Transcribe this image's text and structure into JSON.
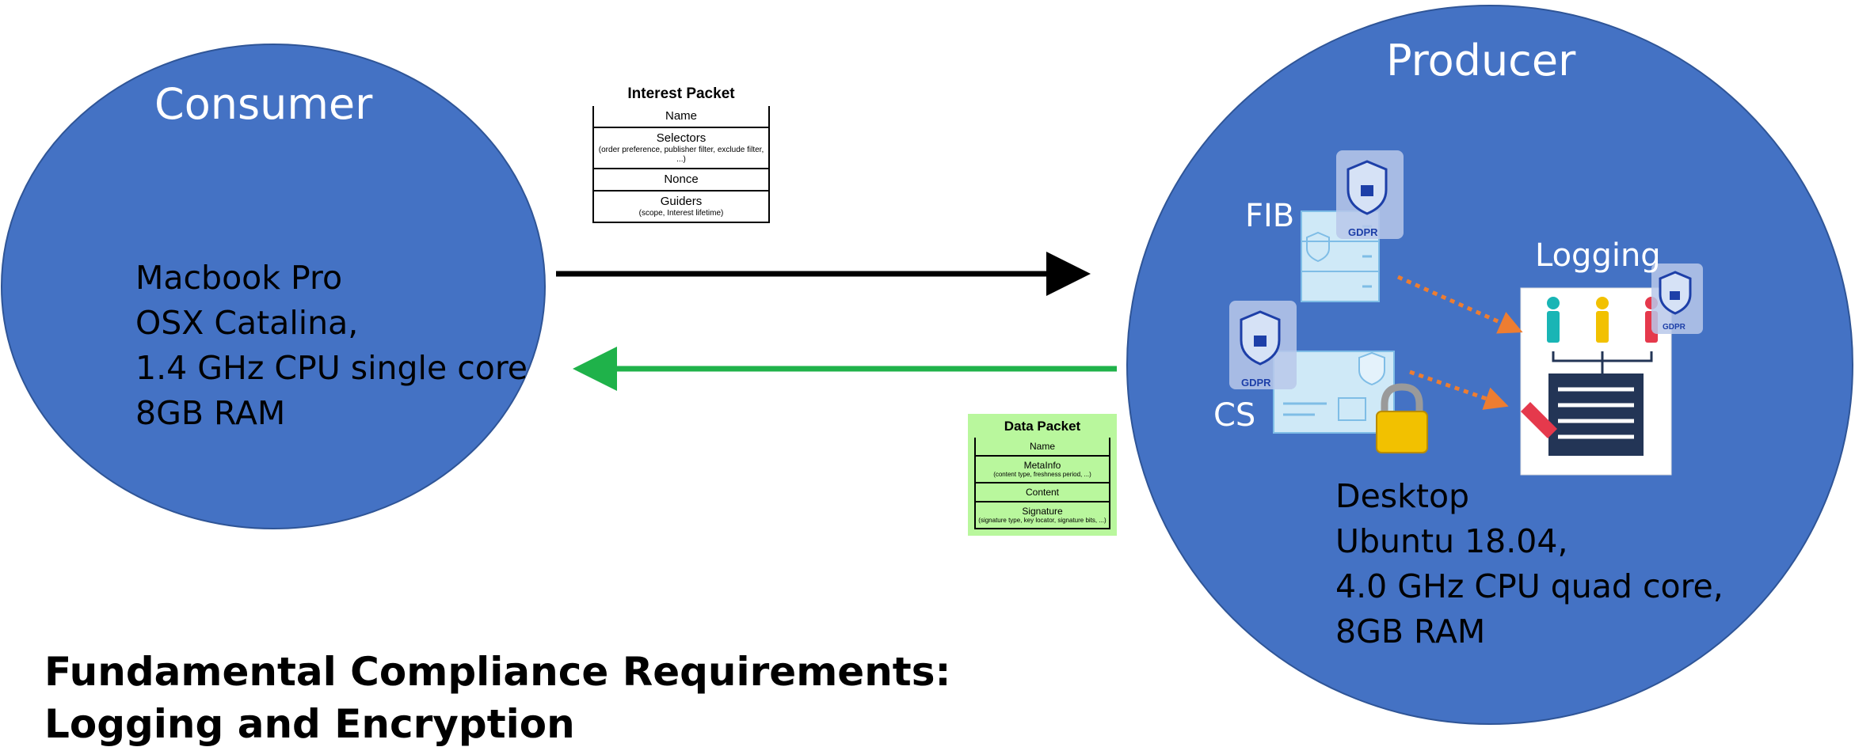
{
  "consumer": {
    "title": "Consumer",
    "specs": [
      "Macbook Pro",
      "OSX Catalina,",
      "1.4 GHz CPU single core",
      "8GB RAM"
    ]
  },
  "producer": {
    "title": "Producer",
    "specs": [
      "Desktop",
      "Ubuntu 18.04,",
      "4.0 GHz CPU quad core,",
      "8GB RAM"
    ],
    "components": {
      "fib": "FIB",
      "cs": "CS",
      "logging": "Logging"
    },
    "badge_text": "GDPR"
  },
  "interest_packet": {
    "title": "Interest Packet",
    "fields": [
      {
        "name": "Name",
        "desc": ""
      },
      {
        "name": "Selectors",
        "desc": "(order preference, publisher filter, exclude filter, ...)"
      },
      {
        "name": "Nonce",
        "desc": ""
      },
      {
        "name": "Guiders",
        "desc": "(scope, Interest lifetime)"
      }
    ]
  },
  "data_packet": {
    "title": "Data Packet",
    "fields": [
      {
        "name": "Name",
        "desc": ""
      },
      {
        "name": "MetaInfo",
        "desc": "(content type, freshness period, ...)"
      },
      {
        "name": "Content",
        "desc": ""
      },
      {
        "name": "Signature",
        "desc": "(signature type, key locator, signature bits, ...)"
      }
    ]
  },
  "footer": {
    "line1": "Fundamental Compliance Requirements:",
    "line2": "Logging and Encryption"
  },
  "colors": {
    "circle_fill": "#4472c4",
    "interest_arrow": "#000000",
    "data_arrow": "#1fb24a",
    "dotted_arrow": "#ed7d31",
    "data_packet_bg": "#b9f79d"
  }
}
